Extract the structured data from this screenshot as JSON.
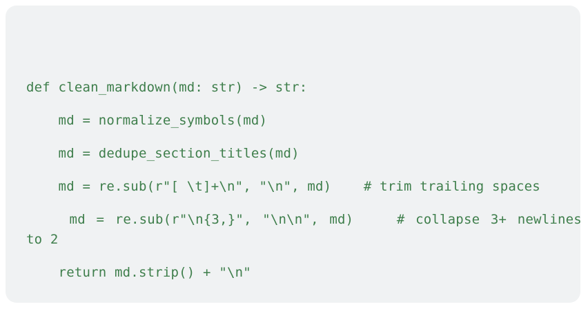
{
  "card": {
    "background_color": "#f0f2f3",
    "outer_background_color": "#ffffff",
    "code_text_color": "#3e7e4b"
  },
  "code": {
    "language": "python",
    "function_name": "clean_markdown",
    "lines": [
      "def clean_markdown(md: str) -> str:",
      "    md = normalize_symbols(md)",
      "    md = dedupe_section_titles(md)",
      "    md = re.sub(r\"[ \\t]+\\n\", \"\\n\", md)    # trim trailing spaces",
      "    md = re.sub(r\"\\n{3,}\", \"\\n\\n\", md)    # collapse 3+ newlines",
      "to 2",
      "    return md.strip() + \"\\n\""
    ]
  }
}
